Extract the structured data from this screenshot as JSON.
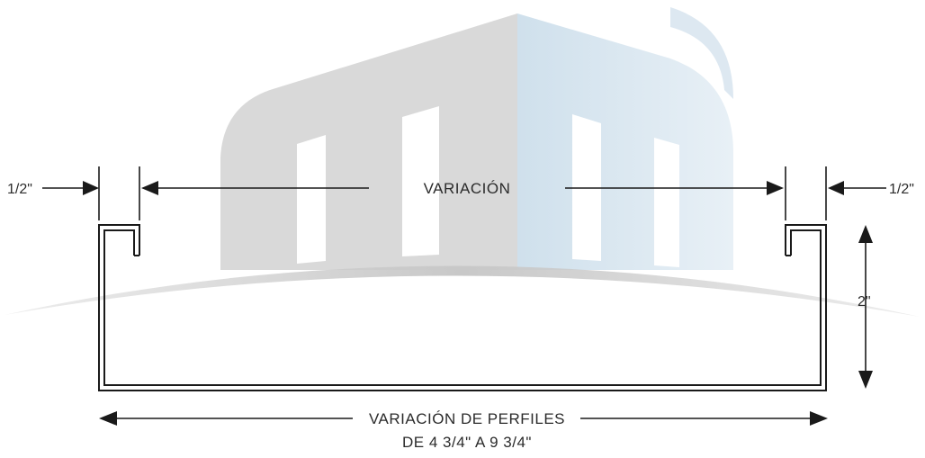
{
  "diagram": {
    "labels": {
      "variation_top": "VARIACIÓN",
      "left_flange": "1/2\"",
      "right_flange": "1/2\"",
      "height": "2\"",
      "bottom_line1": "VARIACIÓN DE PERFILES",
      "bottom_line2": "DE 4 3/4\" A 9 3/4\""
    },
    "watermark": {
      "description_icon": "building-logo-watermark",
      "colors": {
        "gray": "#d9d9d9",
        "blue": "#cfe0ec"
      }
    },
    "colors": {
      "line": "#1a1a1a",
      "text": "#2b2b2b"
    }
  }
}
